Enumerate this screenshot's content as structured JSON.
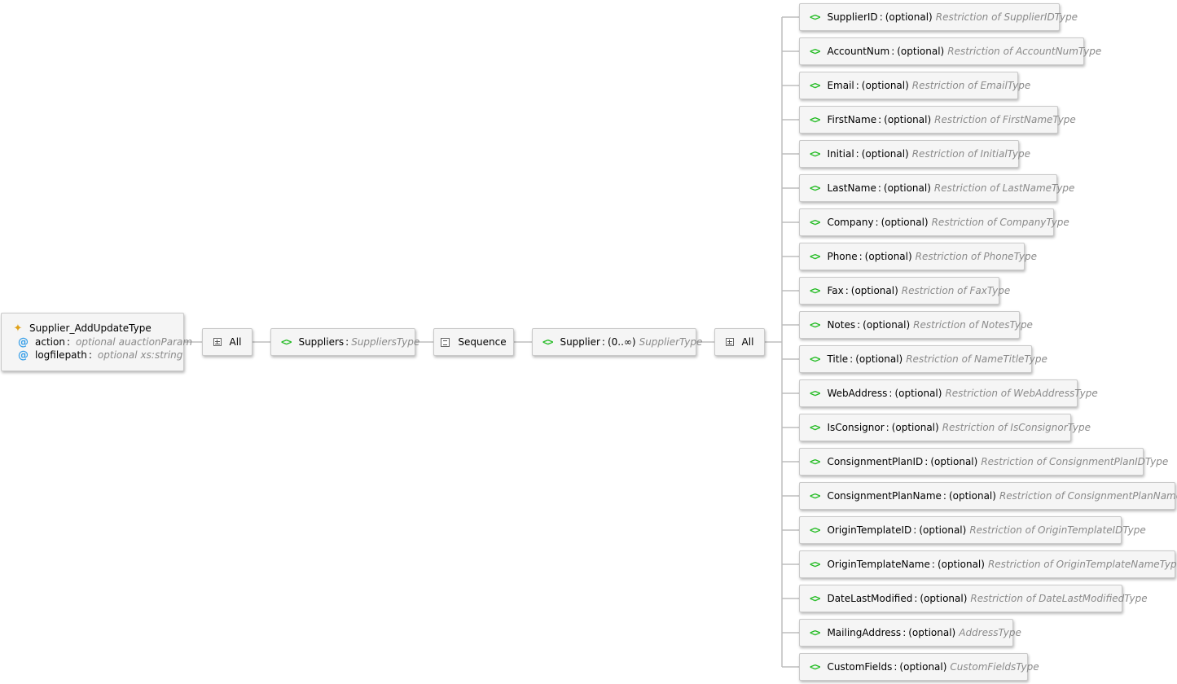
{
  "root": {
    "name": "Supplier_AddUpdateType",
    "icon": "complex-type-icon",
    "attributes": [
      {
        "name": "action",
        "occurrence": "optional",
        "type": "auactionParam"
      },
      {
        "name": "logfilepath",
        "occurrence": "optional",
        "type": "xs:string"
      }
    ]
  },
  "chain": [
    {
      "kind": "all",
      "label": "All"
    },
    {
      "kind": "element",
      "name": "Suppliers",
      "occurrence": "",
      "type": "SuppliersType"
    },
    {
      "kind": "sequence",
      "label": "Sequence"
    },
    {
      "kind": "element",
      "name": "Supplier",
      "occurrence": "(0..∞)",
      "type": "SupplierType"
    },
    {
      "kind": "all",
      "label": "All"
    }
  ],
  "children": [
    {
      "name": "SupplierID",
      "occurrence": "(optional)",
      "type": "Restriction of SupplierIDType"
    },
    {
      "name": "AccountNum",
      "occurrence": "(optional)",
      "type": "Restriction of AccountNumType"
    },
    {
      "name": "Email",
      "occurrence": "(optional)",
      "type": "Restriction of EmailType"
    },
    {
      "name": "FirstName",
      "occurrence": "(optional)",
      "type": "Restriction of FirstNameType"
    },
    {
      "name": "Initial",
      "occurrence": "(optional)",
      "type": "Restriction of InitialType"
    },
    {
      "name": "LastName",
      "occurrence": "(optional)",
      "type": "Restriction of LastNameType"
    },
    {
      "name": "Company",
      "occurrence": "(optional)",
      "type": "Restriction of CompanyType"
    },
    {
      "name": "Phone",
      "occurrence": "(optional)",
      "type": "Restriction of PhoneType"
    },
    {
      "name": "Fax",
      "occurrence": "(optional)",
      "type": "Restriction of FaxType"
    },
    {
      "name": "Notes",
      "occurrence": "(optional)",
      "type": "Restriction of NotesType"
    },
    {
      "name": "Title",
      "occurrence": "(optional)",
      "type": "Restriction of NameTitleType"
    },
    {
      "name": "WebAddress",
      "occurrence": "(optional)",
      "type": "Restriction of WebAddressType"
    },
    {
      "name": "IsConsignor",
      "occurrence": "(optional)",
      "type": "Restriction of IsConsignorType"
    },
    {
      "name": "ConsignmentPlanID",
      "occurrence": "(optional)",
      "type": "Restriction of ConsignmentPlanIDType"
    },
    {
      "name": "ConsignmentPlanName",
      "occurrence": "(optional)",
      "type": "Restriction of ConsignmentPlanNameType"
    },
    {
      "name": "OriginTemplateID",
      "occurrence": "(optional)",
      "type": "Restriction of OriginTemplateIDType"
    },
    {
      "name": "OriginTemplateName",
      "occurrence": "(optional)",
      "type": "Restriction of OriginTemplateNameType"
    },
    {
      "name": "DateLastModified",
      "occurrence": "(optional)",
      "type": "Restriction of DateLastModifiedType"
    },
    {
      "name": "MailingAddress",
      "occurrence": "(optional)",
      "type": "AddressType"
    },
    {
      "name": "CustomFields",
      "occurrence": "(optional)",
      "type": "CustomFieldsType"
    }
  ],
  "colors": {
    "element_icon": "#22bb22",
    "attribute_icon": "#3aa0e8",
    "type_icon": "#e0a21a",
    "type_text": "#8a8a8a",
    "wire": "#bdbdbd"
  }
}
